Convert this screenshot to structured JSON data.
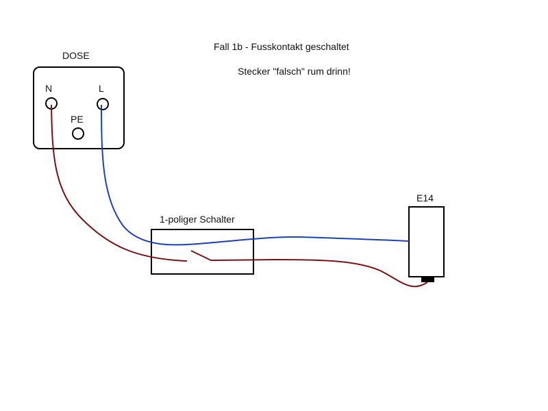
{
  "title": "Fall 1b - Fusskontakt geschaltet",
  "subtitle": "Stecker \"falsch\" rum drinn!",
  "outlet": {
    "label": "DOSE",
    "terminals": {
      "neutral": "N",
      "live": "L",
      "earth": "PE"
    }
  },
  "switch": {
    "label": "1-poliger Schalter"
  },
  "lamp": {
    "label": "E14"
  },
  "colors": {
    "neutral_wire": "#7a1010",
    "live_wire": "#1a3fbf",
    "outline": "#000000"
  }
}
